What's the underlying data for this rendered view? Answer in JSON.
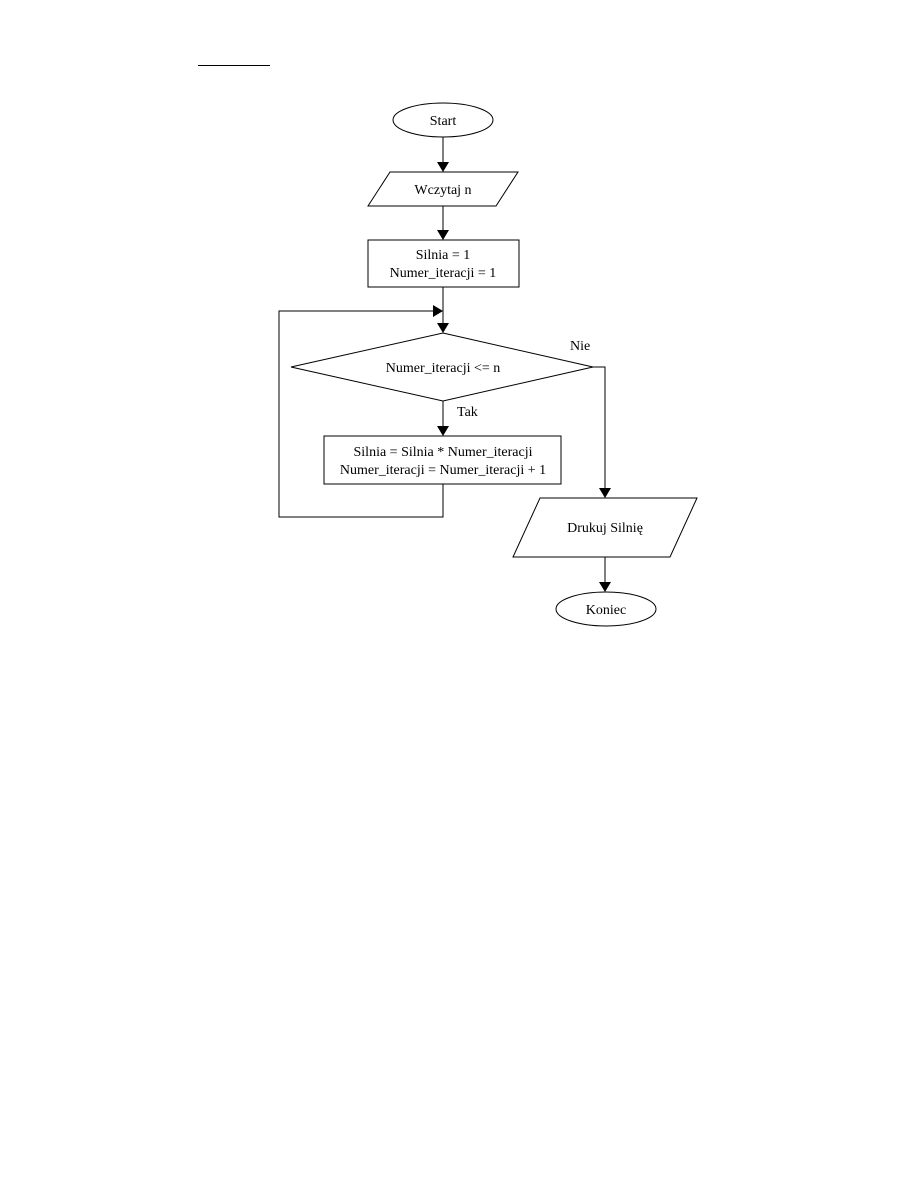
{
  "diagram": {
    "nodes": {
      "start": {
        "label": "Start"
      },
      "input_n": {
        "label": "Wczytaj n"
      },
      "init": {
        "lines": [
          "Silnia = 1",
          "Numer_iteracji = 1"
        ]
      },
      "condition": {
        "label": "Numer_iteracji <= n"
      },
      "loop_body": {
        "lines": [
          "Silnia = Silnia * Numer_iteracji",
          "Numer_iteracji = Numer_iteracji + 1"
        ]
      },
      "output": {
        "label": "Drukuj Silnię"
      },
      "end": {
        "label": "Koniec"
      }
    },
    "edge_labels": {
      "yes": "Tak",
      "no": "Nie"
    }
  }
}
